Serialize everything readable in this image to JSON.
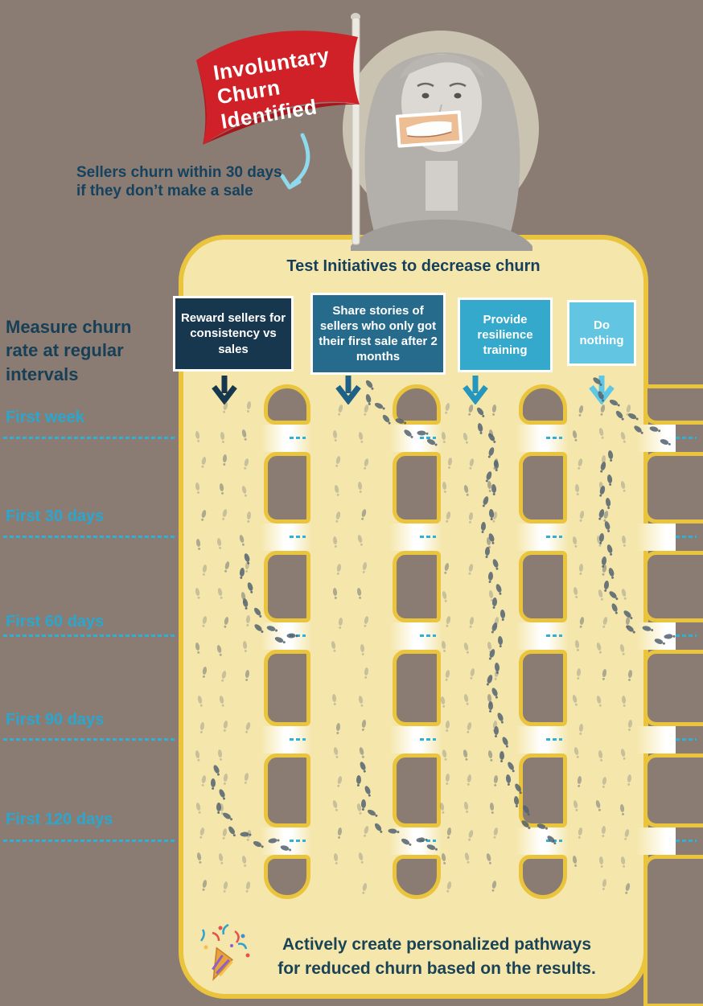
{
  "hero": {
    "flag": {
      "lines": [
        "Involuntary",
        "Churn",
        "Identified"
      ],
      "color": "#d02128"
    },
    "callout": {
      "line1": "Sellers churn within 30 days",
      "line2": "if they don’t make a sale"
    }
  },
  "panel": {
    "title": "Test Initiatives to decrease churn"
  },
  "measure": {
    "heading": "Measure churn rate at regular intervals"
  },
  "intervals": [
    {
      "label": "First week"
    },
    {
      "label": "First 30 days"
    },
    {
      "label": "First 60 days"
    },
    {
      "label": "First 90 days"
    },
    {
      "label": "First 120 days"
    }
  ],
  "initiatives": [
    {
      "label": "Reward sellers for consistency vs sales",
      "color": "#17374f",
      "arrow_color": "#17374f"
    },
    {
      "label": "Share stories of sellers who only got their first sale after 2 months",
      "color": "#276b8c",
      "arrow_color": "#1f6186"
    },
    {
      "label": "Provide resilience training",
      "color": "#35a9cb",
      "arrow_color": "#2596bd"
    },
    {
      "label": "Do nothing",
      "color": "#62c5e2",
      "arrow_color": "#5fc7e6"
    }
  ],
  "footer": {
    "icon": "party-popper",
    "line1": "Actively create personalized pathways",
    "line2": "for reduced churn based on the results."
  },
  "theme": {
    "background": "#8a7c72",
    "panel_fill": "#f5e7ac",
    "panel_border": "#e9c43c",
    "navy": "#173f57",
    "teal_label": "#2ba6cf",
    "dash_line": "#2fb0d6",
    "flag_red": "#d02128"
  }
}
